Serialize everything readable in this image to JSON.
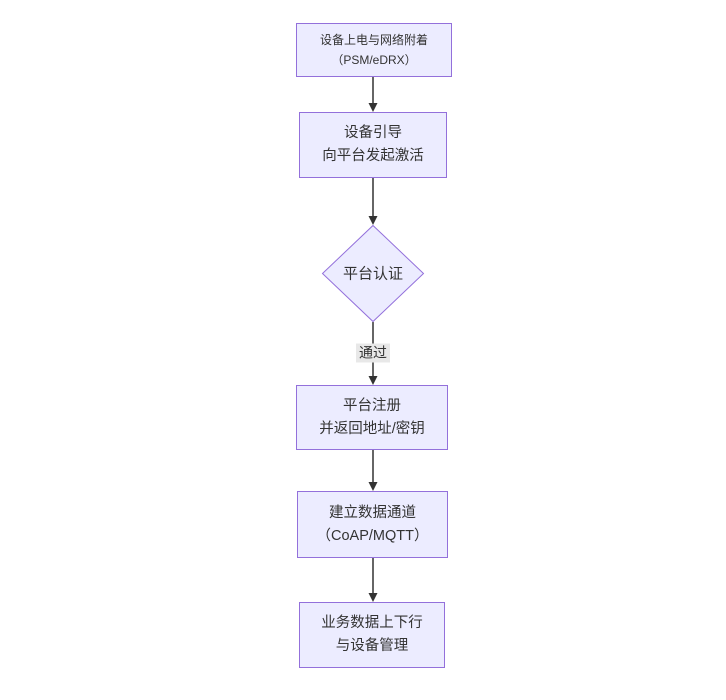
{
  "diagram": {
    "type": "flowchart-top-down",
    "colors": {
      "node_fill": "#ECECFF",
      "node_border": "#9370DB",
      "edge_line": "#333333",
      "edge_label_bg": "#E8E8E8",
      "text": "#333333",
      "background": "#FFFFFF"
    },
    "nodes": [
      {
        "shape": "rect",
        "lines": [
          "设备上电与网络附着",
          "（PSM/eDRX）"
        ]
      },
      {
        "shape": "rect",
        "lines": [
          "设备引导",
          "向平台发起激活"
        ]
      },
      {
        "shape": "diamond",
        "lines": [
          "平台认证"
        ]
      },
      {
        "shape": "rect",
        "lines": [
          "平台注册",
          "并返回地址/密钥"
        ]
      },
      {
        "shape": "rect",
        "lines": [
          "建立数据通道",
          "（CoAP/MQTT）"
        ]
      },
      {
        "shape": "rect",
        "lines": [
          "业务数据上下行",
          "与设备管理"
        ]
      }
    ],
    "edge_labels": {
      "auth_pass": "通过"
    }
  }
}
